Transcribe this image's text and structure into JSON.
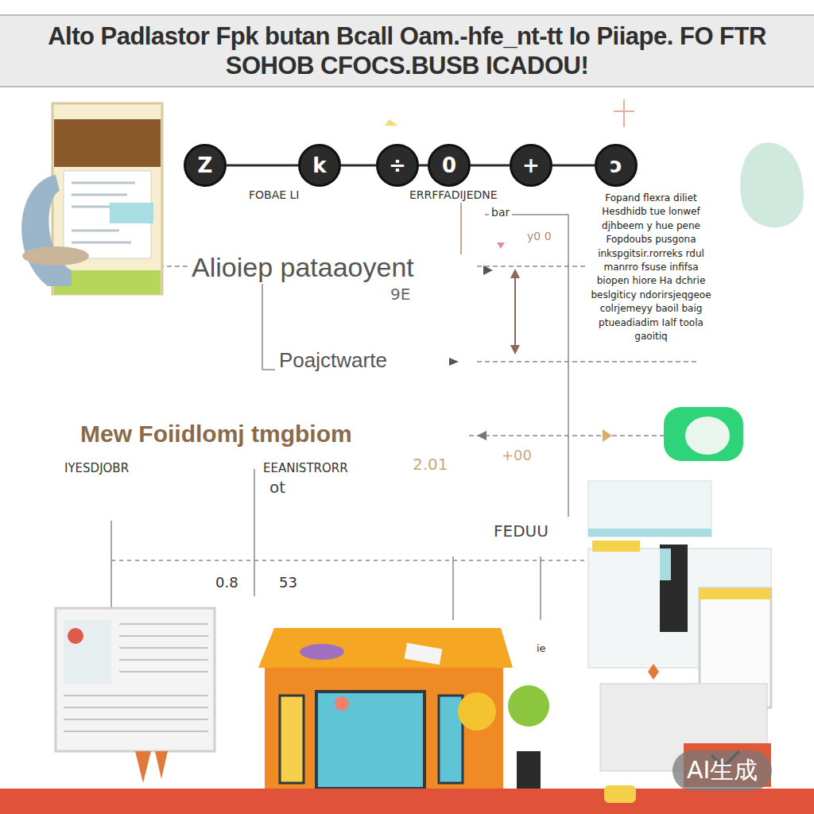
{
  "diagram": {
    "title": "Alto Padlastor Fpk butan Bcall Oam.-hfe_nt-tt Io Piiape. FO FTR SOHOB CFOCS.BUSB ICADOU!",
    "nodes": [
      {
        "text": [
          "Z"
        ]
      },
      {
        "text": [
          "k"
        ]
      },
      {
        "text": [
          "÷"
        ]
      },
      {
        "text": [
          "0"
        ]
      },
      {
        "text": [
          "+"
        ]
      },
      {
        "text": [
          "ɔ"
        ]
      }
    ],
    "edges": [
      {
        "from": 0,
        "to": 1,
        "arrow": "none"
      },
      {
        "from": 1,
        "to": 2,
        "arrow": "none"
      },
      {
        "from": 2,
        "to": 3,
        "arrow": "none"
      },
      {
        "from": 3,
        "to": 4,
        "arrow": "none"
      },
      {
        "from": 4,
        "to": 5,
        "arrow": "none"
      }
    ],
    "labels": [
      "FOBAE LI",
      "ERRFFADIJEDNE",
      "Fopand flexra diliet Hesdhidb tue lonwef djhbeem y hue pene Fopdoubs pusgona inkspgitsir.rorreks rdul manrro fsuse infifsa biopen hiore Ha dchrie beslgiticy ndorirsjeqgeoe colrjemeyy baoil baig ptueadiadim Ialf toola gaoitiq",
      "Alioiep pataaoyent",
      "9E",
      "Poajctwarte",
      "Mew Foiidlomj tmgbiom",
      "IYESDJOBR",
      "EEANISTRORR",
      "ot",
      "2.01",
      "+00",
      "FEDUU",
      "0.8",
      "53",
      "ie",
      "bar",
      "y0 0",
      "AI生成"
    ]
  }
}
